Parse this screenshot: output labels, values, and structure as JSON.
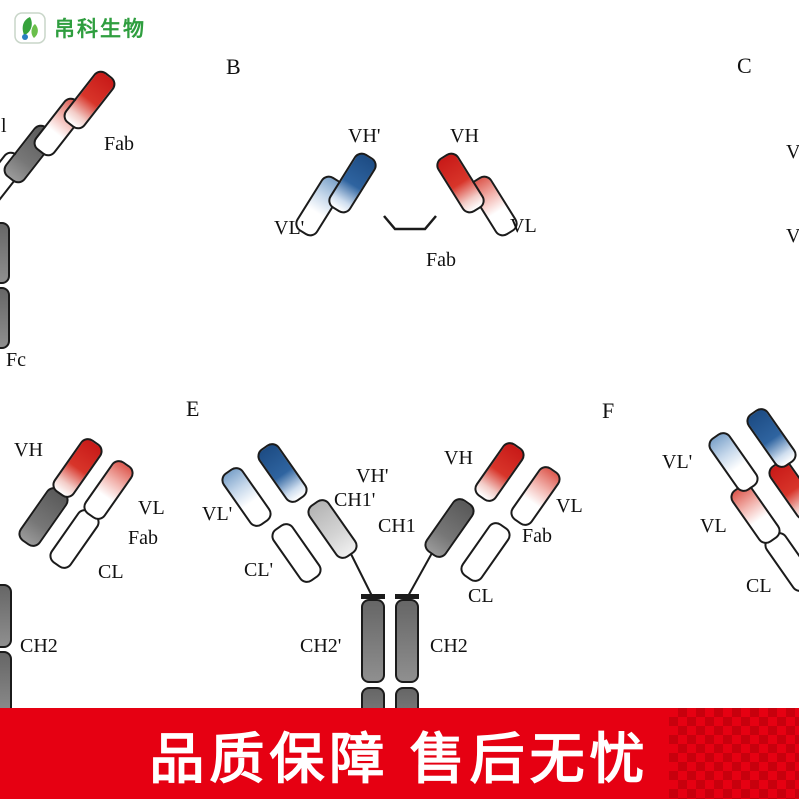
{
  "brand": {
    "name": "帛科生物"
  },
  "banner": {
    "text": "品质保障 售后无忧",
    "background": "#e60012",
    "text_color": "#ffffff"
  },
  "colors": {
    "red": "#d8352a",
    "blue": "#2f64a0",
    "gray_dark": "#777777",
    "gray_light": "#d4d4d4"
  },
  "panels": {
    "a": {
      "fragment": "l",
      "fab": "Fab",
      "fc": "Fc"
    },
    "b": {
      "letter": "B",
      "vh_prime": "VH'",
      "vl_prime": "VL'",
      "vh": "VH",
      "vl": "VL",
      "fab": "Fab"
    },
    "c": {
      "letter": "C",
      "fragment_top": "V",
      "fragment_bottom": "V"
    },
    "d": {
      "vh": "VH",
      "vl": "VL",
      "fab": "Fab",
      "cl": "CL",
      "ch2": "CH2"
    },
    "e": {
      "letter": "E",
      "vl_prime": "VL'",
      "vh_prime": "VH'",
      "ch1_prime": "CH1'",
      "ch1": "CH1",
      "vh": "VH",
      "vl": "VL",
      "fab": "Fab",
      "cl_prime": "CL'",
      "cl": "CL",
      "ch2_prime": "CH2'",
      "ch2": "CH2"
    },
    "f": {
      "letter": "F",
      "vl_prime": "VL'",
      "vl": "VL",
      "cl": "CL"
    }
  }
}
